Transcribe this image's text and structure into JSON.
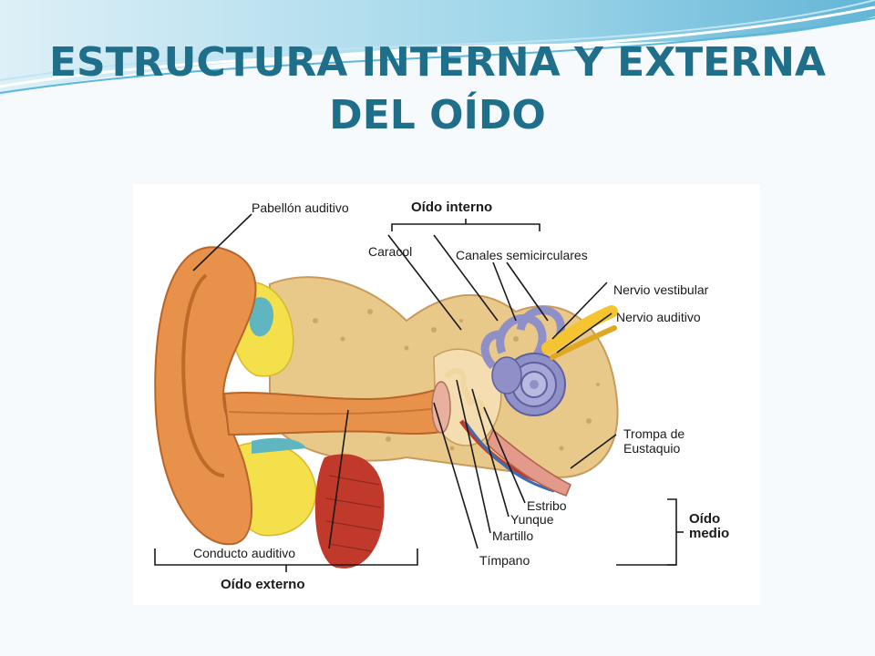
{
  "slide": {
    "title_line1": "ESTRUCTURA INTERNA Y EXTERNA",
    "title_line2": "DEL OÍDO"
  },
  "diagram": {
    "labels": {
      "pabellon": "Pabellón auditivo",
      "oido_interno": "Oído interno",
      "caracol": "Caracol",
      "canales": "Canales semicirculares",
      "nervio_vestibular": "Nervio vestibular",
      "nervio_auditivo": "Nervio auditivo",
      "trompa": "Trompa de Eustaquio",
      "estribo": "Estribo",
      "yunque": "Yunque",
      "martillo": "Martillo",
      "timpano": "Tímpano",
      "conducto": "Conducto auditivo",
      "oido_externo": "Oído externo",
      "oido_medio": "Oído medio"
    }
  },
  "colors": {
    "title": "#1f6f8b",
    "skin": "#e8914a",
    "bone": "#e9c98a",
    "fat": "#f3e04a",
    "cochlea": "#8f90c8",
    "muscle": "#c0392b"
  }
}
